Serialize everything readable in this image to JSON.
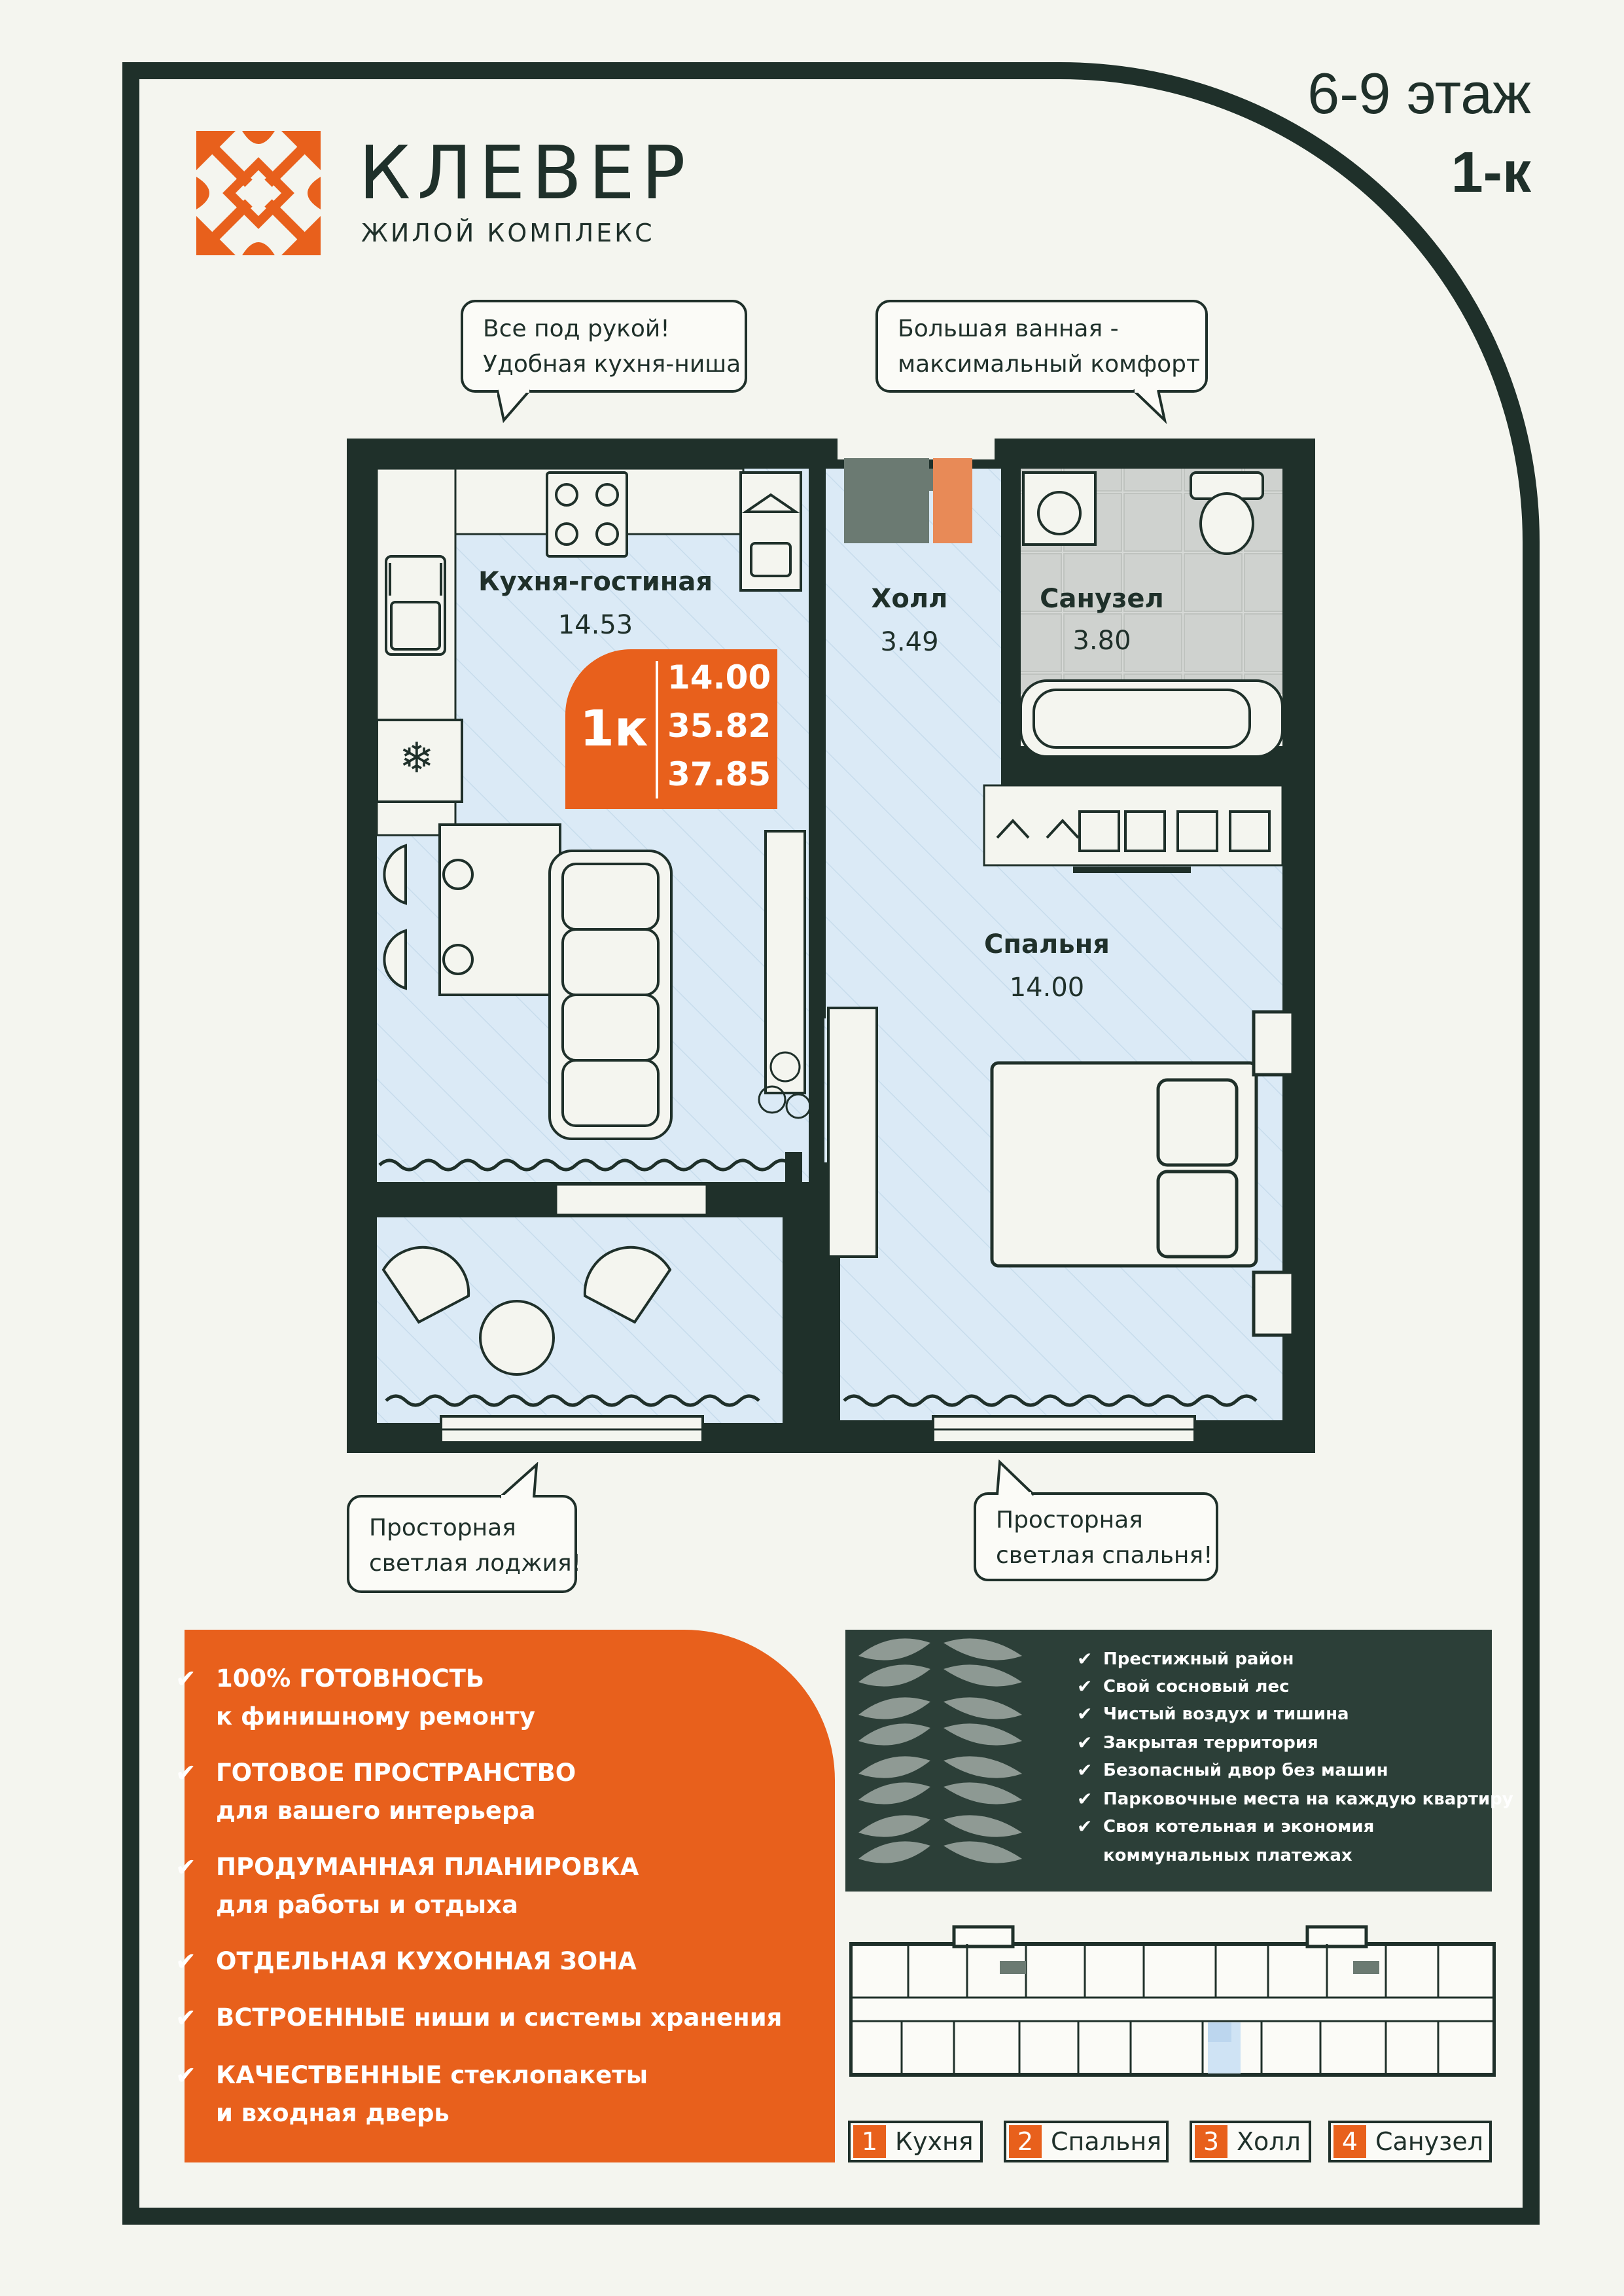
{
  "header": {
    "floor": "6-9 этаж",
    "apartment_type": "1-к",
    "logo_name": "КЛЕВЕР",
    "logo_subtitle": "ЖИЛОЙ КОМПЛЕКС"
  },
  "callouts": {
    "kitchen": [
      "Все под рукой!",
      "Удобная кухня-ниша"
    ],
    "bathroom": [
      "Большая ванная -",
      "максимальный комфорт"
    ],
    "loggia": [
      "Просторная",
      "светлая лоджия!"
    ],
    "bedroom": [
      "Просторная",
      "светлая спальня!"
    ]
  },
  "rooms": {
    "kitchen_living": {
      "name": "Кухня-гостиная",
      "area": "14.53"
    },
    "hall": {
      "name": "Холл",
      "area": "3.49"
    },
    "bathroom": {
      "name": "Санузел",
      "area": "3.80"
    },
    "bedroom": {
      "name": "Спальня",
      "area": "14.00"
    }
  },
  "summary_badge": {
    "type": "1к",
    "living_area": "14.00",
    "total_area": "35.82",
    "total_with_loggia": "37.85"
  },
  "features": [
    {
      "highlight": "100% ГОТОВНОСТЬ",
      "rest": "",
      "sub": "к финишному ремонту"
    },
    {
      "highlight": "ГОТОВОЕ ПРОСТРАНСТВО",
      "rest": "",
      "sub": "для вашего интерьера"
    },
    {
      "highlight": "ПРОДУМАННАЯ ПЛАНИРОВКА",
      "rest": "",
      "sub": "для работы и отдыха"
    },
    {
      "highlight": "ОТДЕЛЬНАЯ КУХОННАЯ ЗОНА",
      "rest": "",
      "sub": ""
    },
    {
      "highlight": "ВСТРОЕННЫЕ",
      "rest": " ниши и системы хранения",
      "sub": ""
    },
    {
      "highlight": "КАЧЕСТВЕННЫЕ",
      "rest": " стеклопакеты",
      "sub": "и входная дверь"
    }
  ],
  "benefits": [
    "Престижный район",
    "Свой сосновый лес",
    "Чистый воздух и тишина",
    "Закрытая территория",
    "Безопасный двор без машин",
    "Парковочные места на каждую квартиру",
    "Своя котельная и экономия",
    "коммунальных платежах"
  ],
  "legend": [
    {
      "num": "1",
      "label": "Кухня"
    },
    {
      "num": "2",
      "label": "Спальня"
    },
    {
      "num": "3",
      "label": "Холл"
    },
    {
      "num": "4",
      "label": "Санузел"
    }
  ],
  "colors": {
    "dark_green": "#1f302a",
    "orange": "#e8601c",
    "background": "#f4f5ef",
    "room_fill": "#dbeaf6"
  },
  "icons": [
    "check-icon",
    "logo-mark-icon",
    "stove-icon",
    "sink-icon",
    "fridge-icon",
    "sofa-icon",
    "bed-icon",
    "bathtub-icon",
    "toilet-icon",
    "washer-icon",
    "plant-icon",
    "hanger-icon"
  ]
}
